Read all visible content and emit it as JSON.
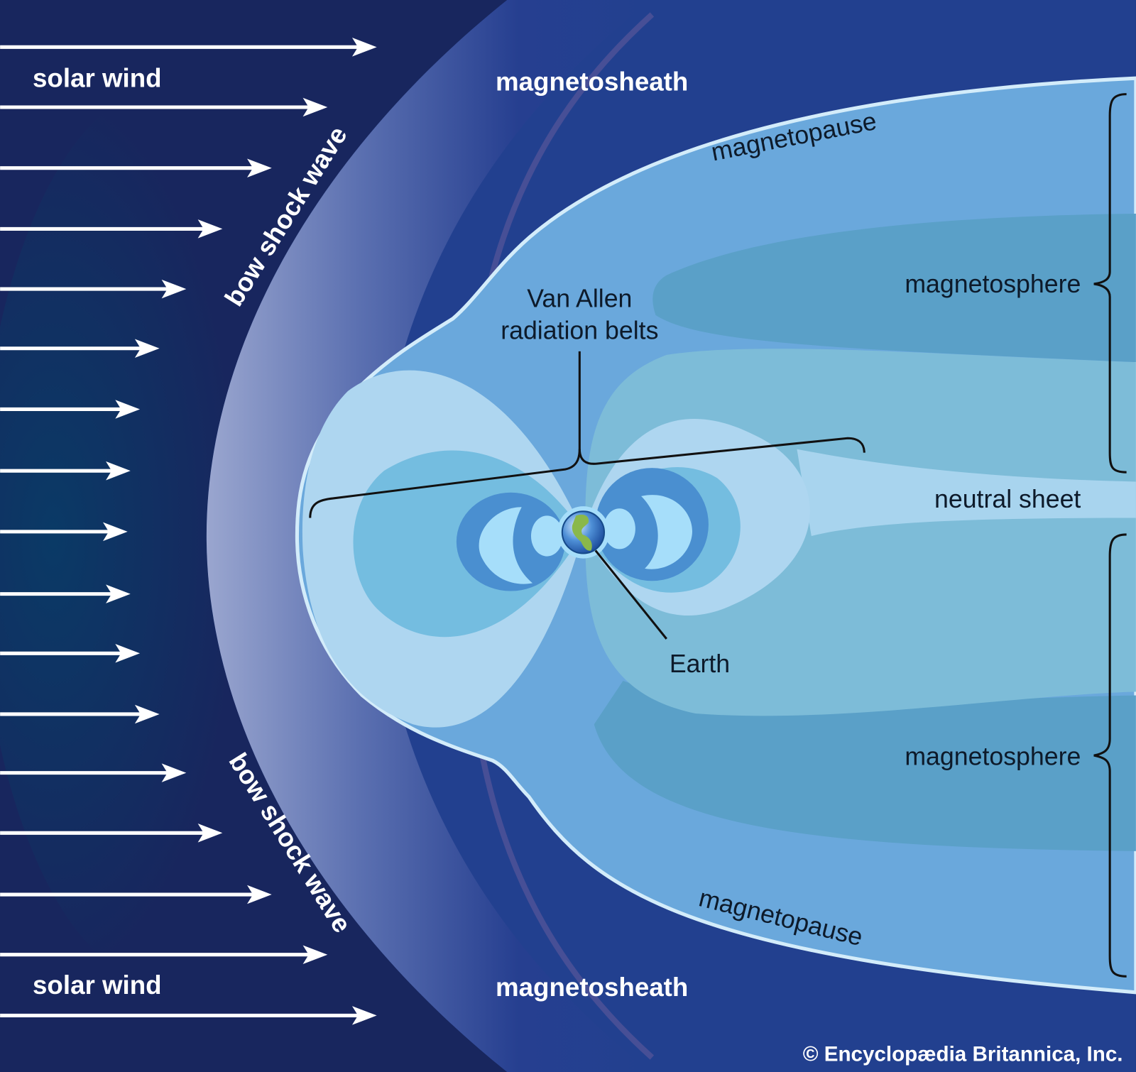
{
  "labels": {
    "solar_wind_top": "solar wind",
    "solar_wind_bottom": "solar wind",
    "bow_shock_top": "bow shock wave",
    "bow_shock_bottom": "bow shock wave",
    "magnetosheath_top": "magnetosheath",
    "magnetosheath_bottom": "magnetosheath",
    "magnetopause_top": "magnetopause",
    "magnetopause_bottom": "magnetopause",
    "magnetosphere_top": "magnetosphere",
    "magnetosphere_bottom": "magnetosphere",
    "neutral_sheet": "neutral sheet",
    "van_allen_line1": "Van Allen",
    "van_allen_line2": "radiation belts",
    "earth": "Earth",
    "copyright": "© Encyclopædia Britannica, Inc."
  },
  "colors": {
    "solar_wind_bg": "#18265e",
    "magnetosheath": "#22408f",
    "bow_shock_edge": "#95a2cc",
    "magnetosphere": "#6aa8dc",
    "magnetopause_line": "#d3ecfa",
    "radiation_belt": "#4a8fd0",
    "arrows": "#ffffff"
  },
  "icons": {
    "arrows": "right-arrow",
    "earth": "globe"
  }
}
